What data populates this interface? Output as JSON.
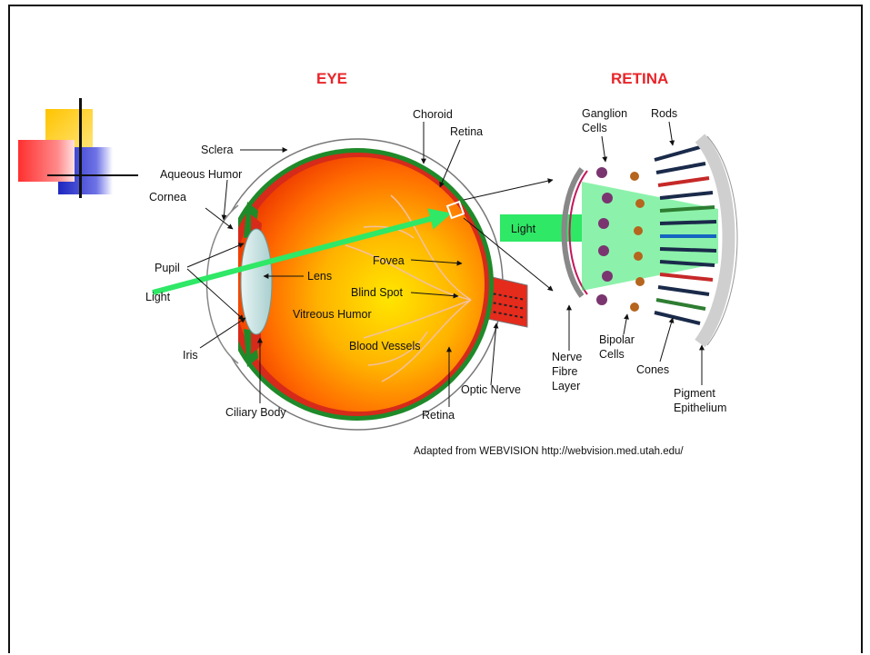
{
  "titles": {
    "eye": "EYE",
    "retina": "RETINA"
  },
  "eye_labels": {
    "sclera": "Sclera",
    "aqueous_humor": "Aqueous Humor",
    "cornea": "Cornea",
    "pupil": "Pupil",
    "light": "Light",
    "iris": "Iris",
    "ciliary_body": "Ciliary Body",
    "lens": "Lens",
    "choroid": "Choroid",
    "retina_top": "Retina",
    "fovea": "Fovea",
    "blind_spot": "Blind Spot",
    "vitreous_humor": "Vitreous Humor",
    "blood_vessels": "Blood Vessels",
    "optic_nerve": "Optic Nerve",
    "retina_bottom": "Retina"
  },
  "retina_labels": {
    "ganglion_1": "Ganglion",
    "ganglion_2": "Cells",
    "rods": "Rods",
    "light": "Light",
    "nerve_1": "Nerve",
    "nerve_2": "Fibre",
    "nerve_3": "Layer",
    "bipolar_1": "Bipolar",
    "bipolar_2": "Cells",
    "cones": "Cones",
    "pigment_1": "Pigment",
    "pigment_2": "Epithelium"
  },
  "credit": "Adapted from  WEBVISION  http://webvision.med.utah.edu/",
  "colors": {
    "title_red": "#e8252a",
    "light_green": "#33ee66",
    "deco_yellow": "#ffd21a",
    "deco_red": "#ff3b3b",
    "deco_blue": "#2630c8"
  }
}
